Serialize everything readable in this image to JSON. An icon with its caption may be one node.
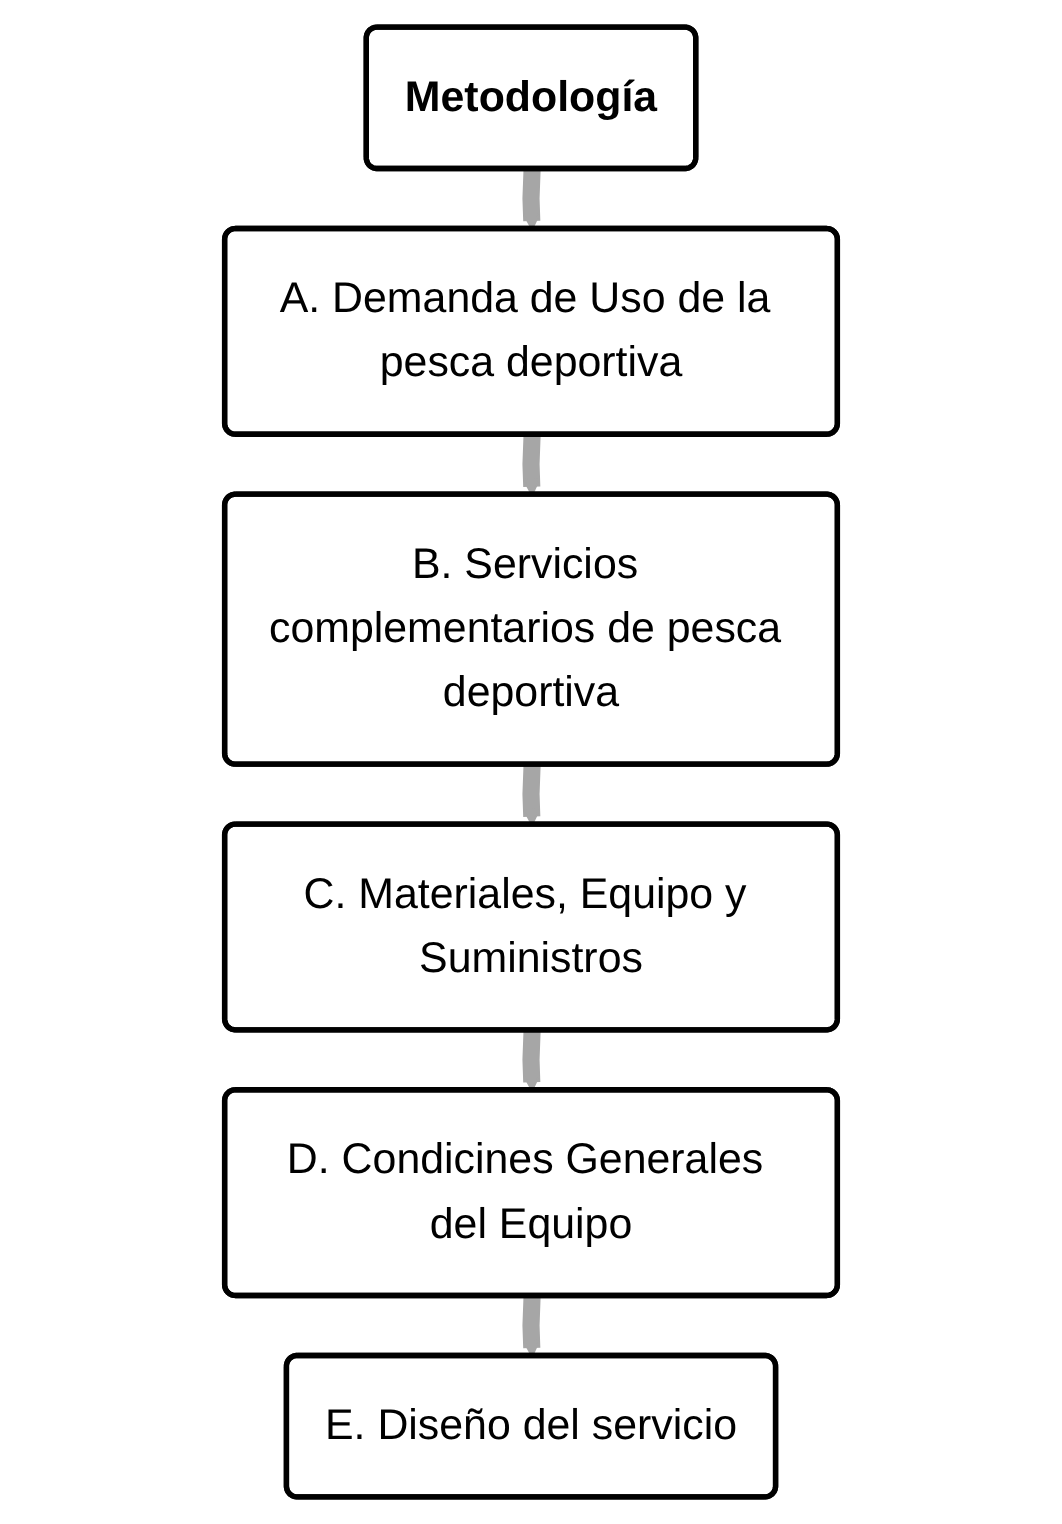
{
  "diagram": {
    "nodes": [
      {
        "text": [
          "Metodología"
        ]
      },
      {
        "text": [
          "A. Demanda de Uso de la pesca deportiva"
        ]
      },
      {
        "text": [
          "B. Servicios complementarios de pesca deportiva"
        ]
      },
      {
        "text": [
          "C. Materiales, Equipo y Suministros"
        ]
      },
      {
        "text": [
          "D. Condicines Generales del Equipo"
        ]
      },
      {
        "text": [
          "E. Diseño del servicio"
        ]
      }
    ],
    "edges": [
      {
        "from": 0,
        "to": 1,
        "arrow": "to"
      },
      {
        "from": 1,
        "to": 2,
        "arrow": "to"
      },
      {
        "from": 2,
        "to": 3,
        "arrow": "to"
      },
      {
        "from": 3,
        "to": 4,
        "arrow": "to"
      },
      {
        "from": 4,
        "to": 5,
        "arrow": "to"
      }
    ]
  }
}
